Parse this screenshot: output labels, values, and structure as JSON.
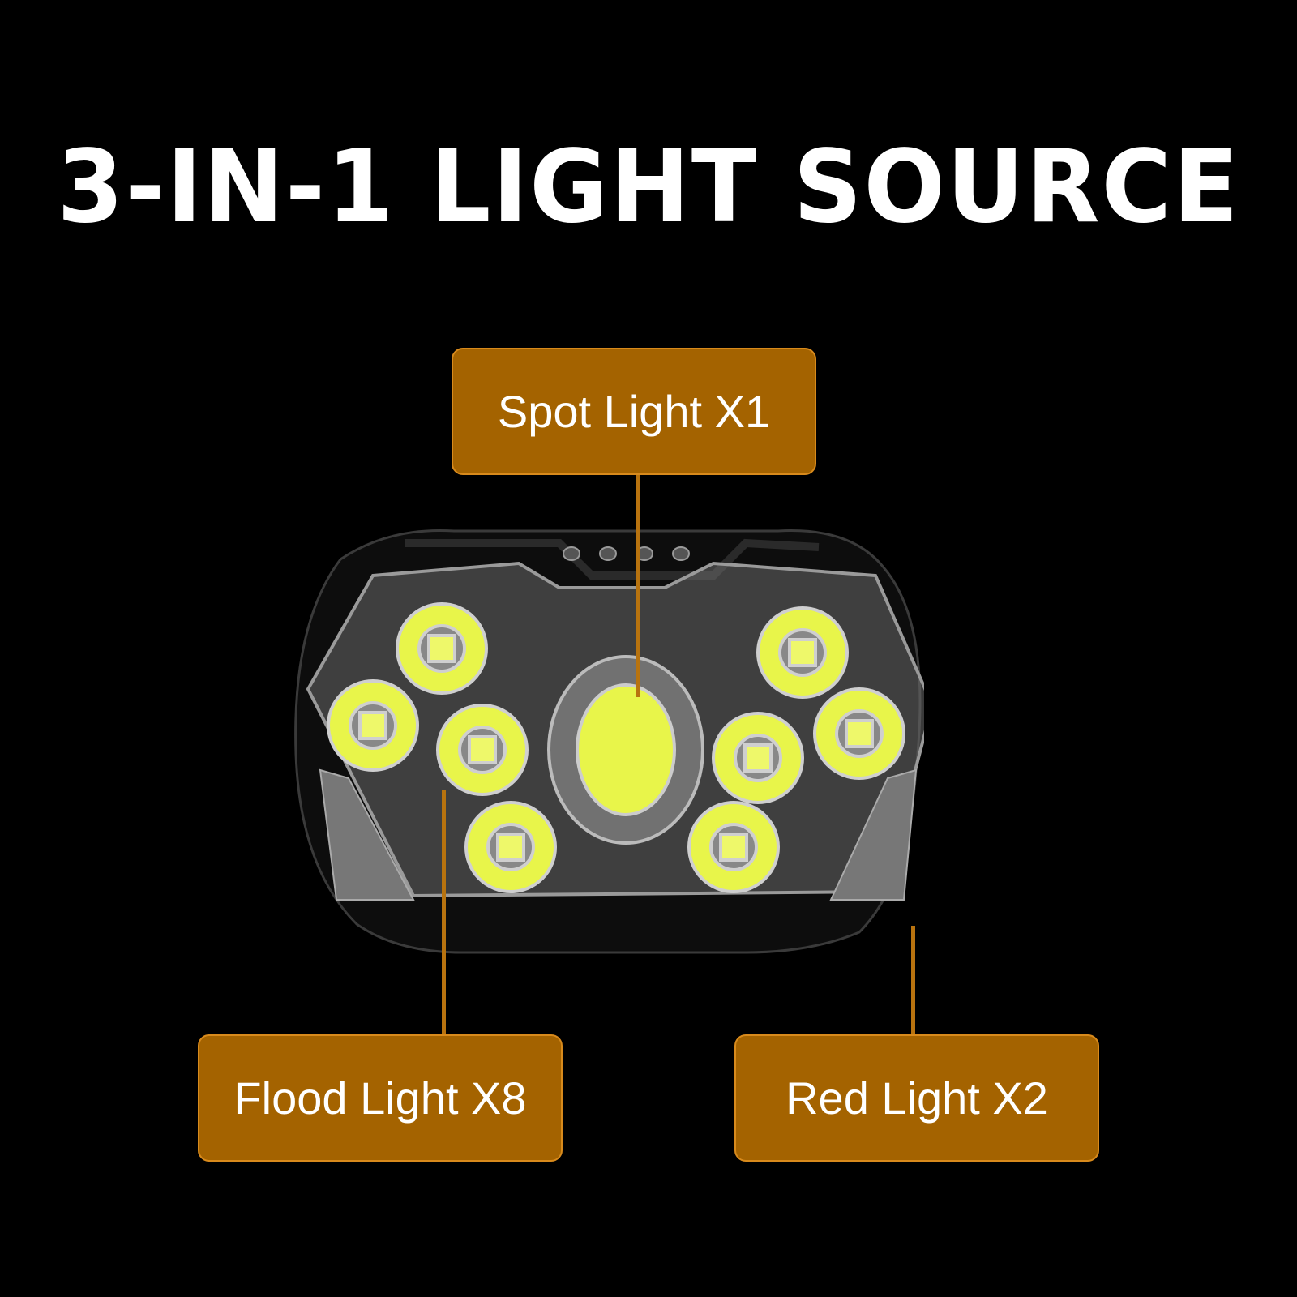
{
  "title": "3-IN-1 LIGHT SOURCE",
  "callouts": [
    {
      "label": "Spot Light X1"
    },
    {
      "label": "Flood Light X8"
    },
    {
      "label": "Red Light X2"
    }
  ],
  "colors": {
    "background": "#000000",
    "callout_fill": "#a46300",
    "callout_border": "#d88a1c",
    "leader_line": "#b8730f",
    "led": "#e8f54a"
  },
  "image": {
    "subject": "headlamp-front-view",
    "flood_leds": 8,
    "spot_leds": 1,
    "red_leds": 2,
    "indicator_dots": 4
  }
}
